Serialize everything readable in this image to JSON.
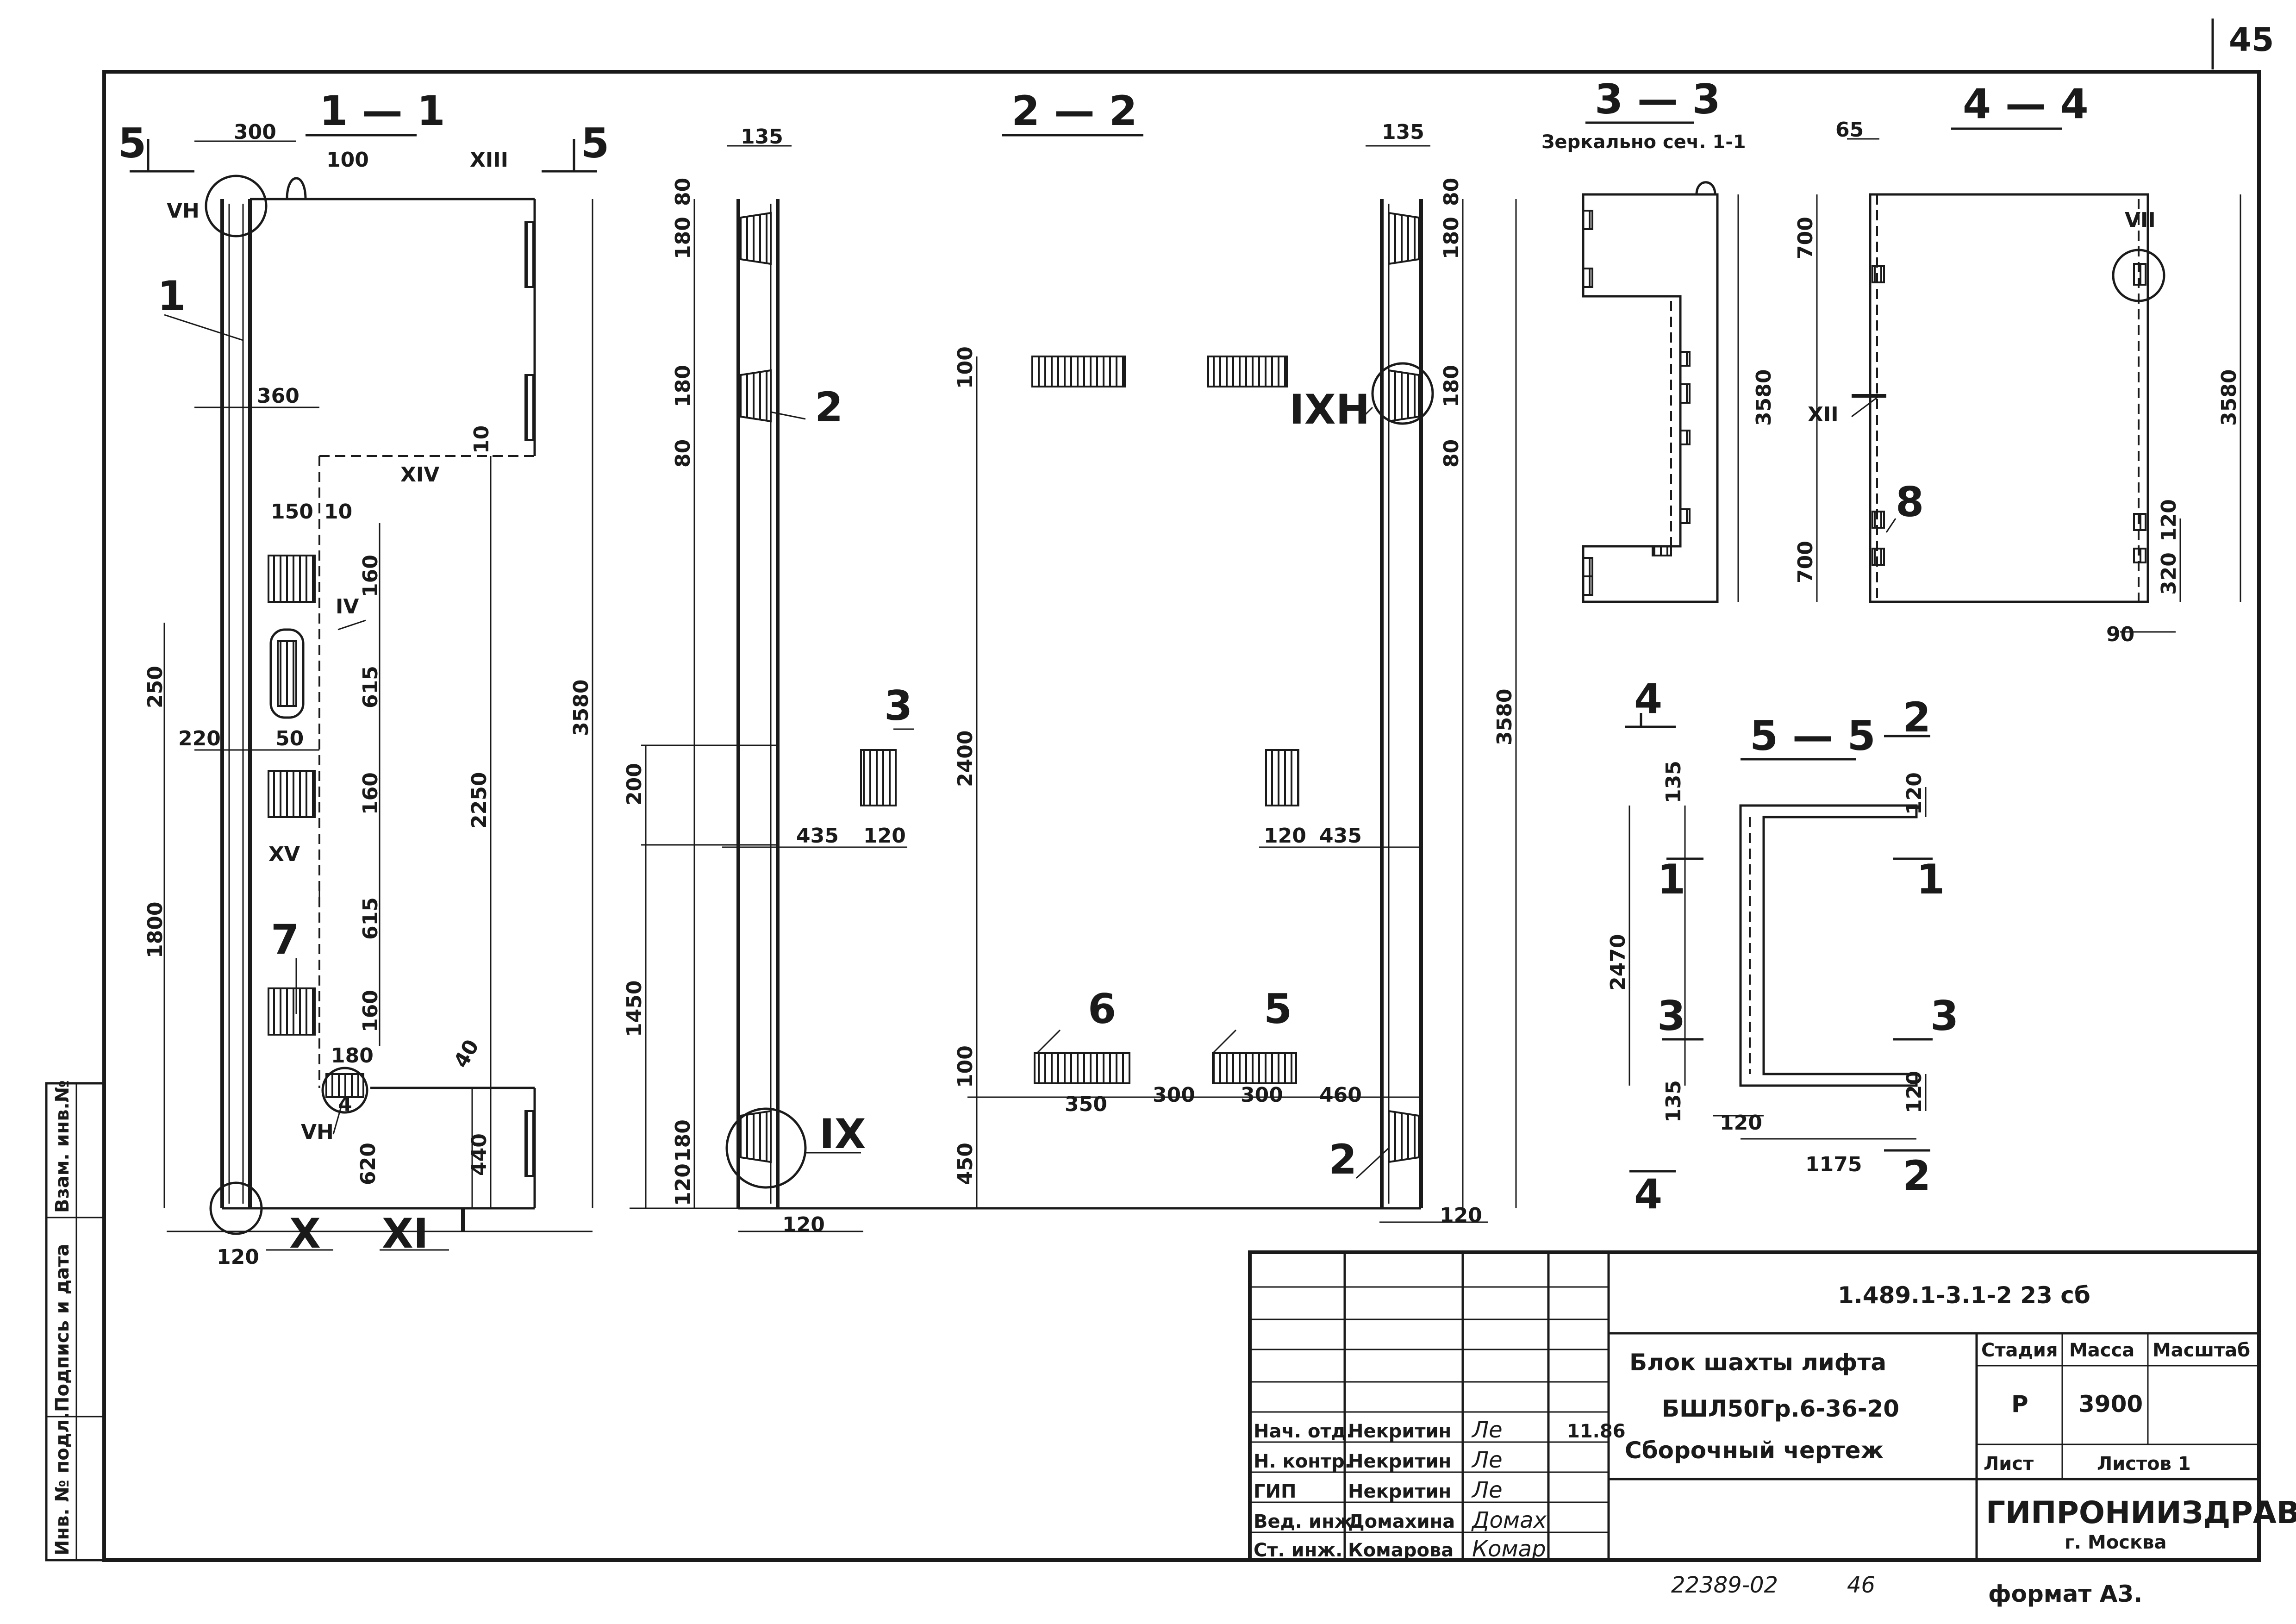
{
  "page": {
    "number": "45"
  },
  "sections": {
    "s11": "1 — 1",
    "s22": "2 — 2",
    "s33": "3 — 3",
    "s33_note": "Зеркально сеч. 1-1",
    "s44": "4 — 4",
    "s55": "5 — 5"
  },
  "marks": {
    "m5": "5",
    "m1": "1",
    "m2": "2",
    "m3": "3",
    "m4": "4",
    "m5b": "5",
    "m6": "6",
    "m7": "7",
    "m8": "8",
    "r_IV": "IV",
    "r_VH": "VН",
    "r_VH2": "VН",
    "r_VII": "VII",
    "r_IX": "IX",
    "r_IXH": "IXН",
    "r_X": "X",
    "r_XI": "XI",
    "r_XII": "XII",
    "r_XIII": "XIII",
    "r_XIV": "XIV",
    "r_XV": "XV"
  },
  "dims": {
    "d300": "300",
    "d100": "100",
    "d360": "360",
    "d10": "10",
    "d150": "150",
    "d10b": "10",
    "d160a": "160",
    "d250": "250",
    "d615a": "615",
    "d2250": "2250",
    "d3580a": "3580",
    "d220": "220",
    "d50": "50",
    "d160b": "160",
    "d1800": "1800",
    "d615b": "615",
    "d160c": "160",
    "d180a": "180",
    "d40": "40",
    "d620": "620",
    "d440": "440",
    "d120a": "120",
    "d135a": "135",
    "d80a": "80",
    "d180b": "180",
    "d180c": "180",
    "d80b": "80",
    "d100b": "100",
    "d2400": "2400",
    "d200": "200",
    "d435a": "435",
    "d120b": "120",
    "d1450": "1450",
    "d100c": "100",
    "d450": "450",
    "d120c": "120",
    "d180d": "180",
    "d120d": "120",
    "d350": "350",
    "d300b": "300",
    "d300c": "300",
    "d460": "460",
    "d120e": "120",
    "d435b": "435",
    "d135b": "135",
    "d80c": "80",
    "d180e": "180",
    "d180f": "180",
    "d80d": "80",
    "d3580b": "3580",
    "d3580c": "3580",
    "d65": "65",
    "d700a": "700",
    "d700b": "700",
    "d3580d": "3580",
    "d120f": "120",
    "d320": "320",
    "d90": "90",
    "d135c": "135",
    "d120g": "120",
    "d2470": "2470",
    "d135d": "135",
    "d120h": "120",
    "d1175": "1175",
    "d120i": "120"
  },
  "title_block": {
    "doc_code": "1.489.1-3.1-2  23 сб",
    "title_line1": "Блок шахты лифта",
    "title_line2": "БШЛ50Гр.6-36-20",
    "title_line3": "Сборочный чертеж",
    "stage_label": "Стадия",
    "mass_label": "Масса",
    "scale_label": "Масштаб",
    "stage_value": "Р",
    "mass_value": "3900",
    "sheet_label": "Лист",
    "sheets_label": "Листов 1",
    "org_name": "ГИПРОНИИЗДРАВ",
    "org_city": "г. Москва",
    "roles": [
      {
        "role": "Нач. отд.",
        "name": "Некритин",
        "sign": "Ле",
        "date": "11.86"
      },
      {
        "role": "Н. контр.",
        "name": "Некритин",
        "sign": "Ле",
        "date": ""
      },
      {
        "role": "ГИП",
        "name": "Некритин",
        "sign": "Ле",
        "date": ""
      },
      {
        "role": "Вед. инж.",
        "name": "Домахина",
        "sign": "Домах",
        "date": ""
      },
      {
        "role": "Ст. инж.",
        "name": "Комарова",
        "sign": "Комар",
        "date": ""
      }
    ]
  },
  "side_stamp": {
    "col1": "Инв. № подл.",
    "col2": "Подпись и дата",
    "col3": "Взам. инв.№"
  },
  "footer": {
    "archive_no": "22389-02",
    "sheet_no": "46",
    "format": "формат А3."
  }
}
